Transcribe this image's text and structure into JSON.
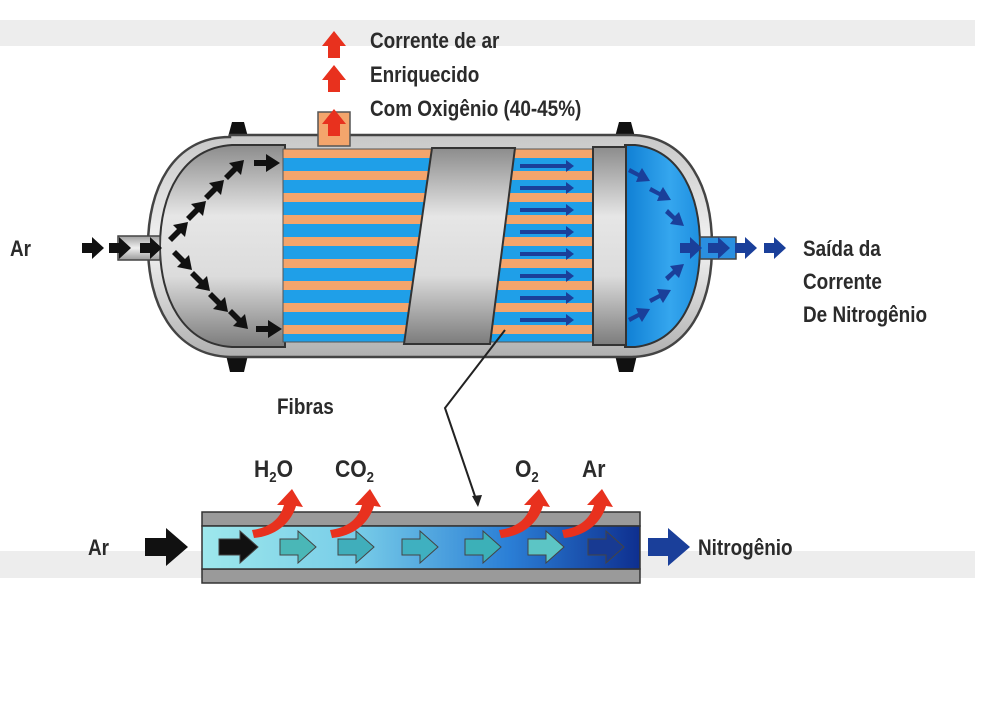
{
  "labels": {
    "oxygen_stream_line1": "Corrente de ar",
    "oxygen_stream_line2": "Enriquecido",
    "oxygen_stream_line3": "Com Oxigênio (40-45%)",
    "air_in": "Ar",
    "nitrogen_out_line1": "Saída da",
    "nitrogen_out_line2": "Corrente",
    "nitrogen_out_line3": "De Nitrogênio",
    "fibers": "Fibras",
    "fiber_air_in": "Ar",
    "fiber_nitrogen_out": "Nitrogênio"
  },
  "gases": {
    "h2o": {
      "main": "H",
      "sub": "2",
      "tail": "O"
    },
    "co2": {
      "main": "CO",
      "sub": "2"
    },
    "o2": {
      "main": "O",
      "sub": "2"
    },
    "ar": {
      "main": "Ar"
    }
  },
  "colors": {
    "fiber_blue": "#1f9fe8",
    "fiber_orange": "#f4a56c",
    "nitrogen_blue": "#1a3f9a",
    "permeate_red": "#e8311e",
    "shell_gray": "#b9b9b9"
  }
}
